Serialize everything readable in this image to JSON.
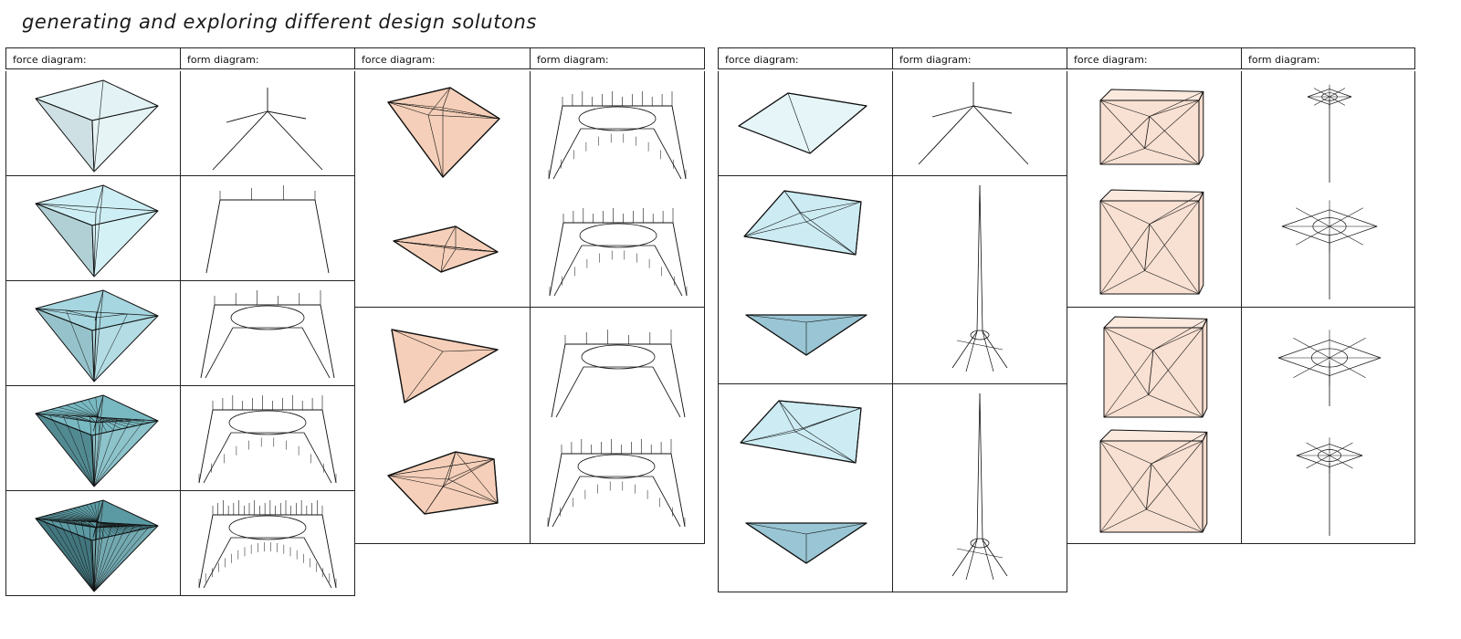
{
  "page_title": "generating and exploring different design solutons",
  "tables": [
    {
      "headers": [
        "force diagram:",
        "form diagram:",
        "force diagram:",
        "form diagram:"
      ]
    },
    {
      "headers": [
        "force diagram:",
        "form diagram:",
        "force diagram:",
        "form diagram:"
      ]
    }
  ],
  "colors": {
    "cyan_light": "#dff3f6",
    "cyan_mid": "#a9d8e3",
    "teal_dark": "#3f7d86",
    "peach": "#f3c7ad",
    "peach_light": "#fae4d6",
    "line": "#111111"
  },
  "panels": {
    "t1_force": [
      "pyramid-level-1",
      "pyramid-level-2",
      "pyramid-level-3",
      "pyramid-level-4",
      "pyramid-level-5"
    ],
    "t1_form": [
      "form-level-1",
      "form-level-2",
      "form-level-3",
      "form-level-4",
      "form-level-5"
    ],
    "t2_force": [
      "peach-diamond-pair",
      "peach-kite-pair"
    ],
    "t2_form": [
      "oval-net-pair",
      "triangle-net-pair"
    ],
    "t3_force": [
      "blue-flat-slab",
      "blue-prism-pair",
      "blue-star-pair"
    ],
    "t3_form": [
      "tripod-form",
      "tall-tower-form",
      "tall-tower-form-2"
    ],
    "t4_force": [
      "peach-box-pair",
      "peach-cube-pair"
    ],
    "t4_form": [
      "spire-star-pair",
      "flower-star-pair"
    ]
  }
}
